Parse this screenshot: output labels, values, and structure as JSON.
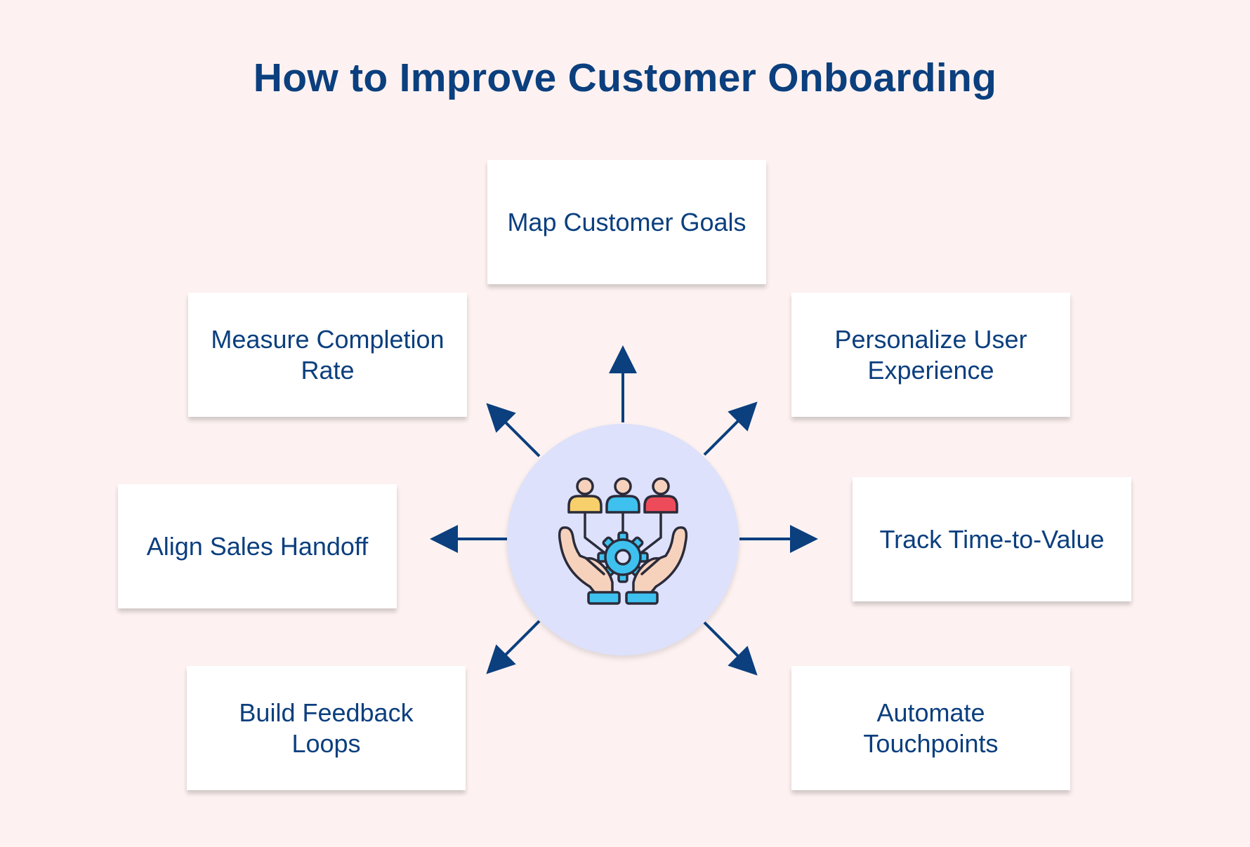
{
  "title": "How to Improve Customer Onboarding",
  "center": {
    "icon": "people-gear-hands-icon"
  },
  "steps": [
    {
      "id": "map-customer-goals",
      "label": "Map Customer Goals"
    },
    {
      "id": "personalize-user-experience",
      "label": "Personalize User Experience"
    },
    {
      "id": "track-time-to-value",
      "label": "Track Time-to-Value"
    },
    {
      "id": "automate-touchpoints",
      "label": "Automate Touchpoints"
    },
    {
      "id": "build-feedback-loops",
      "label": "Build Feedback Loops"
    },
    {
      "id": "align-sales-handoff",
      "label": "Align Sales Handoff"
    },
    {
      "id": "measure-completion-rate",
      "label": "Measure Completion Rate"
    }
  ],
  "colors": {
    "background": "#fdf2f1",
    "text": "#0b3f7e",
    "arrow": "#0b3f7e",
    "hub": "#dde1fb",
    "person_yellow": "#f7cf6b",
    "person_blue": "#3ec1ee",
    "person_red": "#ee4b5a",
    "skin": "#f6d2bd",
    "gear": "#3ec1ee"
  }
}
